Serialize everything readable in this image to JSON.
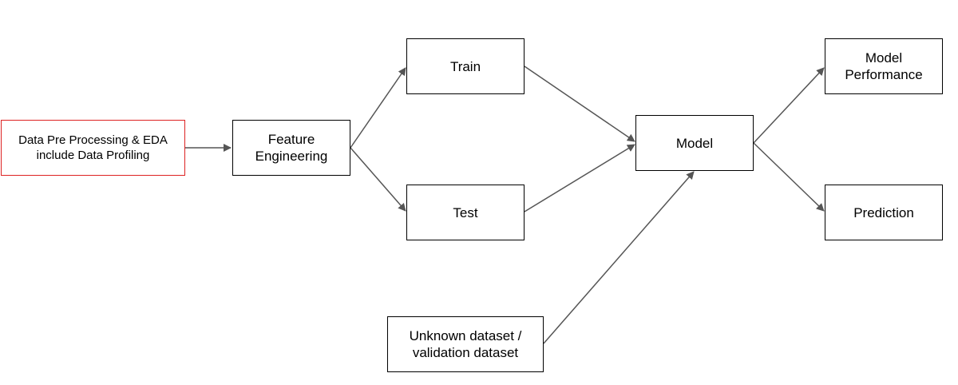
{
  "diagram": {
    "nodes": {
      "preprocessing": {
        "label": "Data Pre Processing & EDA\ninclude Data Profiling"
      },
      "feature": {
        "label": "Feature\nEngineering"
      },
      "train": {
        "label": "Train"
      },
      "test": {
        "label": "Test"
      },
      "model": {
        "label": "Model"
      },
      "unknown": {
        "label": "Unknown dataset /\nvalidation dataset"
      },
      "performance": {
        "label": "Model\nPerformance"
      },
      "prediction": {
        "label": "Prediction"
      }
    },
    "edges": [
      {
        "from": "preprocessing",
        "to": "feature"
      },
      {
        "from": "feature",
        "to": "train"
      },
      {
        "from": "feature",
        "to": "test"
      },
      {
        "from": "train",
        "to": "model"
      },
      {
        "from": "test",
        "to": "model"
      },
      {
        "from": "unknown",
        "to": "model"
      },
      {
        "from": "model",
        "to": "performance"
      },
      {
        "from": "model",
        "to": "prediction"
      }
    ],
    "colors": {
      "border": "#000000",
      "highlight_border": "#dd2222",
      "arrow": "#555555",
      "background": "#ffffff"
    }
  }
}
